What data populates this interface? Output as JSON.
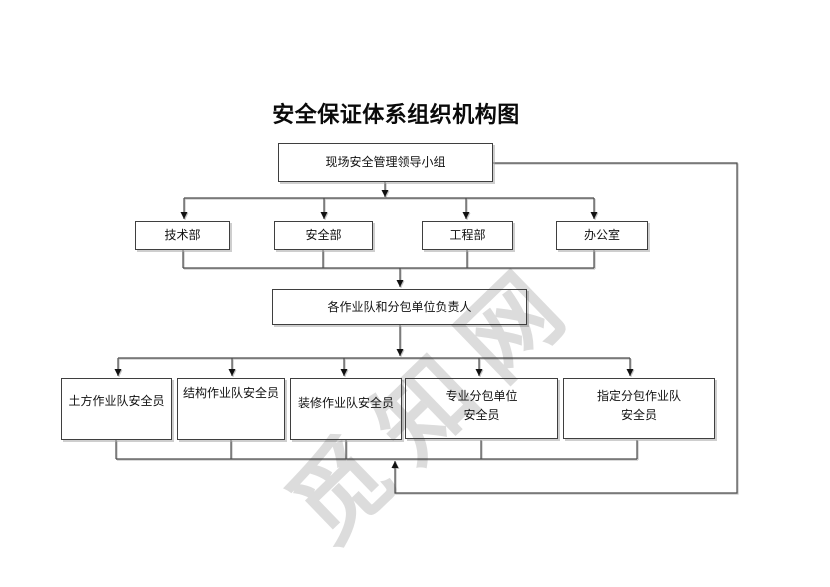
{
  "page": {
    "title": "安全保证体系组织机构图",
    "watermark": "觅知网"
  },
  "colors": {
    "line": "#4d4d4d",
    "box_border": "#3f3f3f",
    "text": "#111111",
    "watermark_gray": "#d4d4d4"
  },
  "org": {
    "root": {
      "label": "现场安全管理领导小组"
    },
    "departments": [
      {
        "label": "技术部"
      },
      {
        "label": "安全部"
      },
      {
        "label": "工程部"
      },
      {
        "label": "办公室"
      }
    ],
    "middle": {
      "label": "各作业队和分包单位负责人"
    },
    "teams": [
      {
        "label": "土方作业队安全员"
      },
      {
        "label": "结构作业队安全员"
      },
      {
        "label": "装修作业队安全员"
      },
      {
        "label": "专业分包单位",
        "label2": "安全员"
      },
      {
        "label": "指定分包作业队",
        "label2": "安全员"
      }
    ]
  }
}
